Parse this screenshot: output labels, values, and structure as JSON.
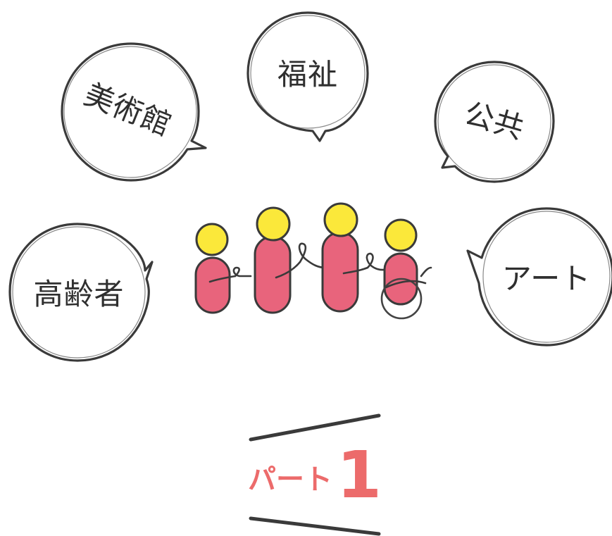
{
  "bubbles": {
    "museum": "美術館",
    "welfare": "福祉",
    "public": "公共",
    "elderly": "高齢者",
    "art": "アート"
  },
  "part": {
    "label": "パート",
    "number": "1"
  },
  "colors": {
    "head": "#fbe83a",
    "body": "#e8647c",
    "outline": "#3a3a3a",
    "part_text": "#ec6b6b"
  }
}
